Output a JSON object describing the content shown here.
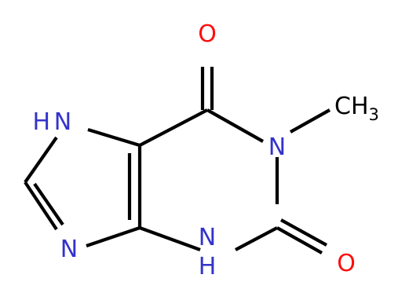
{
  "molecule": {
    "colors": {
      "bond": "#000000",
      "carbon": "#000000",
      "nitrogen": "#3333cc",
      "oxygen": "#ff0d0d"
    },
    "atoms": {
      "o_top": {
        "element": "O",
        "label": "O"
      },
      "n_h_left": {
        "element": "N",
        "label": "H",
        "secondary": "N"
      },
      "n_methyl": {
        "element": "N",
        "label": "N"
      },
      "methyl": {
        "element": "C",
        "label": "CH",
        "subscript": "3"
      },
      "n_imidazole": {
        "element": "N",
        "label": "N"
      },
      "n_h_bottom": {
        "element": "N",
        "label": "N",
        "secondary": "H"
      },
      "o_bottom": {
        "element": "O",
        "label": "O"
      }
    }
  }
}
